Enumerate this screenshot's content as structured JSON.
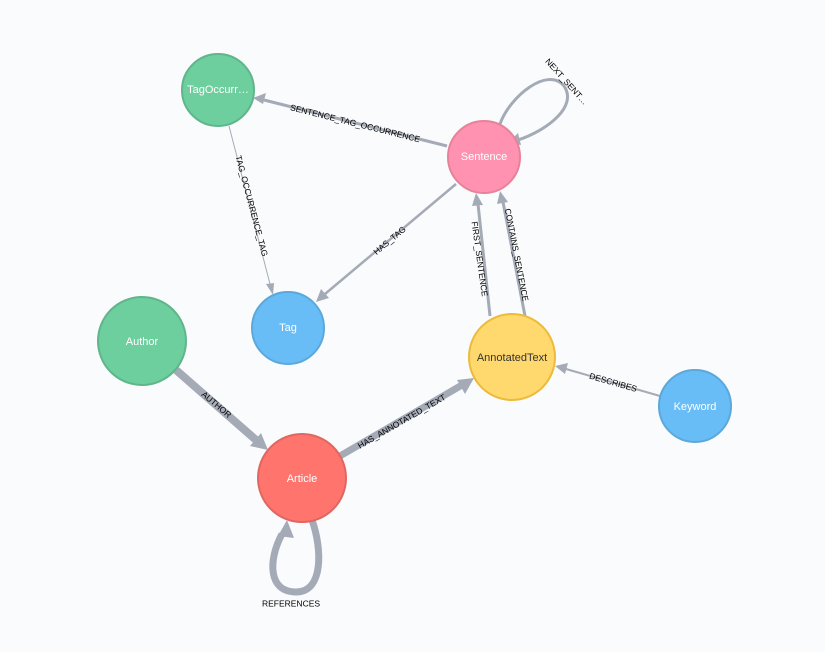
{
  "graph": {
    "nodes": [
      {
        "id": "tagocc",
        "label": "TagOccurr…",
        "color": "#6dce9e",
        "border": "#60b58b"
      },
      {
        "id": "sentence",
        "label": "Sentence",
        "color": "#ff92b0",
        "border": "#e68299"
      },
      {
        "id": "tag",
        "label": "Tag",
        "color": "#68bdf6",
        "border": "#5ca8db"
      },
      {
        "id": "author",
        "label": "Author",
        "color": "#6dce9e",
        "border": "#60b58b"
      },
      {
        "id": "annotated",
        "label": "AnnotatedText",
        "color": "#ffd86e",
        "border": "#edba39"
      },
      {
        "id": "keyword",
        "label": "Keyword",
        "color": "#68bdf6",
        "border": "#5ca8db"
      },
      {
        "id": "article",
        "label": "Article",
        "color": "#ff756e",
        "border": "#e06760"
      }
    ],
    "relationships": [
      {
        "id": "sentence_tag_occurrence",
        "label": "SENTENCE_TAG_OCCURRENCE"
      },
      {
        "id": "next_sentence",
        "label": "NEXT_SENT…"
      },
      {
        "id": "tag_occurrence_tag",
        "label": "TAG_OCCURRENCE_TAG"
      },
      {
        "id": "has_tag",
        "label": "HAS_TAG"
      },
      {
        "id": "first_sentence",
        "label": "FIRST_SENTENCE"
      },
      {
        "id": "contains_sentence",
        "label": "CONTAINS_SENTENCE"
      },
      {
        "id": "describes",
        "label": "DESCRIBES"
      },
      {
        "id": "author_rel",
        "label": "AUTHOR"
      },
      {
        "id": "has_annotated_text",
        "label": "HAS_ANNOTATED_TEXT"
      },
      {
        "id": "references",
        "label": "REFERENCES"
      }
    ]
  },
  "colors": {
    "background": "#f9fbfd",
    "relationship": "#a5abb6"
  }
}
